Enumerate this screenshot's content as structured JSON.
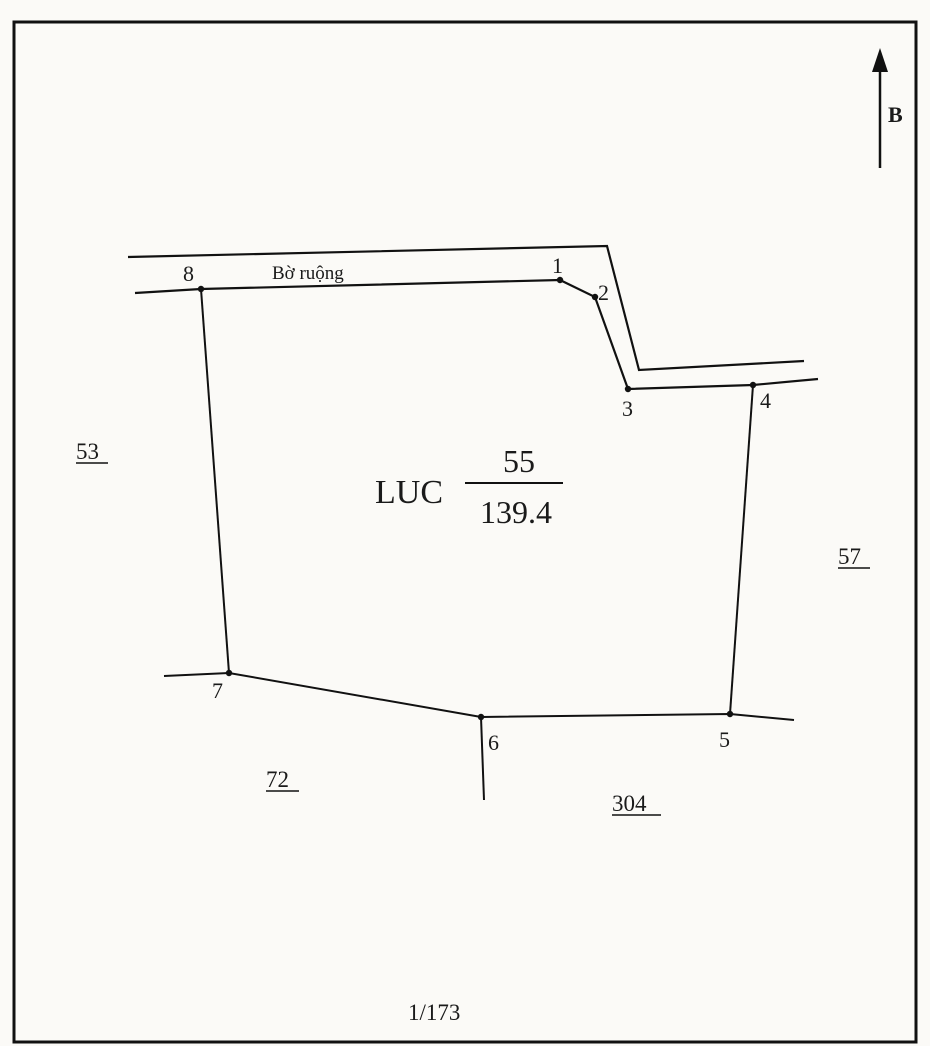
{
  "north_label": "B",
  "road_label": "Bờ ruộng",
  "vertices": [
    "1",
    "2",
    "3",
    "4",
    "5",
    "6",
    "7",
    "8"
  ],
  "parcel": {
    "land_type": "LUC",
    "number": "55",
    "area": "139.4"
  },
  "neighbors": {
    "west": "53",
    "east": "57",
    "southwest": "72",
    "southeast": "304"
  },
  "scale": "1/173"
}
